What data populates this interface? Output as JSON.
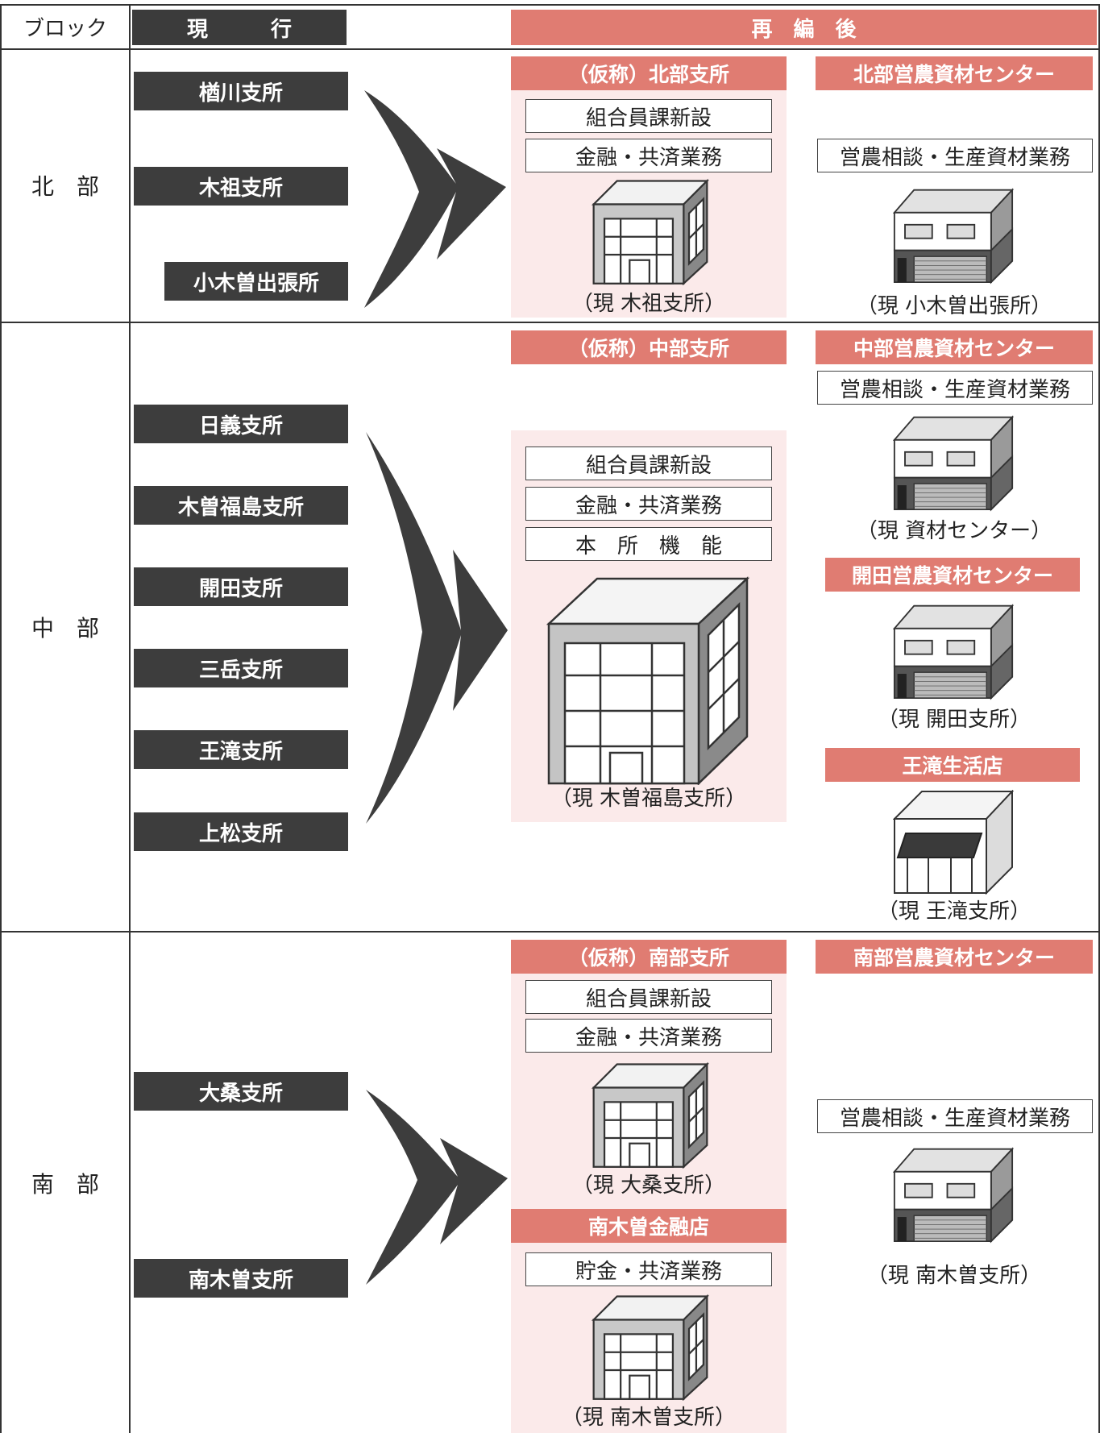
{
  "header": {
    "block_label": "ブロック",
    "current_label": "現　　　行",
    "after_label": "再　編　後"
  },
  "colors": {
    "accent": "#e07c72",
    "dark": "#3b3b3b",
    "pink_bg": "#fbeaea"
  },
  "blocks": {
    "north": {
      "label": "北　部",
      "current": [
        "楢川支所",
        "木祖支所",
        "小木曽出張所"
      ],
      "branch": {
        "title": "（仮称）北部支所",
        "functions": [
          "組合員課新設",
          "金融・共済業務"
        ],
        "caption": "（現 木祖支所）"
      },
      "center": {
        "title": "北部営農資材センター",
        "function": "営農相談・生産資材業務",
        "caption": "（現 小木曽出張所）"
      }
    },
    "central": {
      "label": "中　部",
      "current": [
        "日義支所",
        "木曽福島支所",
        "開田支所",
        "三岳支所",
        "王滝支所",
        "上松支所"
      ],
      "branch": {
        "title": "（仮称）中部支所",
        "functions": [
          "組合員課新設",
          "金融・共済業務",
          "本　所　機　能"
        ],
        "caption": "（現 木曽福島支所）"
      },
      "center": {
        "title": "中部営農資材センター",
        "function": "営農相談・生産資材業務",
        "caption": "（現 資材センター）"
      },
      "kaida": {
        "title": "開田営農資材センター",
        "caption": "（現 開田支所）"
      },
      "otaki": {
        "title": "王滝生活店",
        "caption": "（現 王滝支所）"
      }
    },
    "south": {
      "label": "南　部",
      "current": [
        "大桑支所",
        "南木曽支所"
      ],
      "branch": {
        "title": "（仮称）南部支所",
        "functions": [
          "組合員課新設",
          "金融・共済業務"
        ],
        "caption": "（現 大桑支所）"
      },
      "finance": {
        "title": "南木曽金融店",
        "function": "貯金・共済業務",
        "caption": "（現 南木曽支所）"
      },
      "center": {
        "title": "南部営農資材センター",
        "function": "営農相談・生産資材業務",
        "caption": "（現 南木曽支所）"
      }
    }
  }
}
